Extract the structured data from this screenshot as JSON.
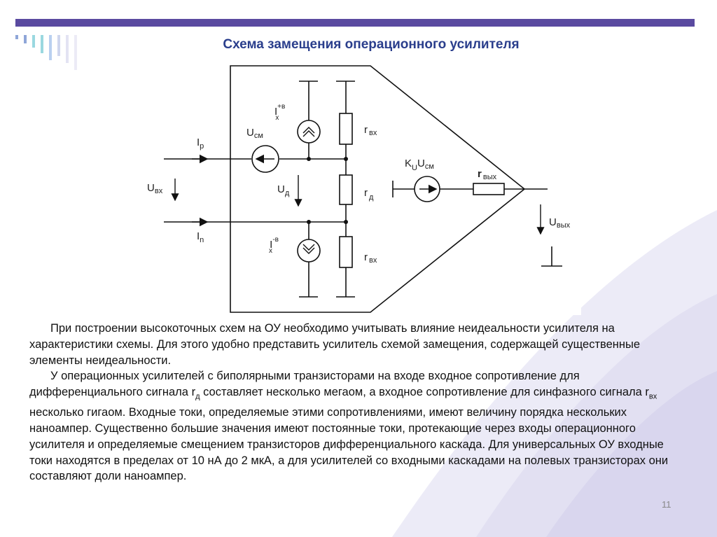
{
  "slide": {
    "title": "Схема замещения операционного усилителя",
    "page_number": "11",
    "accent_color": "#5a4aa0",
    "title_color": "#2a3e8c"
  },
  "diagram": {
    "labels": {
      "ip": "I",
      "ip_sub": "p",
      "in": "I",
      "in_sub": "n",
      "uvx": "U",
      "uvx_sub": "вх",
      "ucm": "U",
      "ucm_sub": "см",
      "ud": "U",
      "ud_sub": "д",
      "ix_plus": "I",
      "ix_plus_sup": "+в",
      "ix_plus_sub": "x",
      "ix_minus": "I",
      "ix_minus_sup": "-в",
      "ix_minus_sub": "x",
      "rvx_top": "r",
      "rvx_top_sub": "вх",
      "rd": "r",
      "rd_sub": "д",
      "rvx_bottom": "r",
      "rvx_bottom_sub": "вх",
      "ku": "K",
      "ku_sub": "U",
      "ku_u": "U",
      "ku_u_sub": "см",
      "rvyx": "r",
      "rvyx_sub": "вых",
      "uvyx": "U",
      "uvyx_sub": "вых"
    }
  },
  "text": {
    "para1": "При построении высокоточных схем на ОУ необходимо учитывать влияние неидеальности усилителя на характеристики схемы. Для этого удобно представить усилитель схемой замещения, содержащей существенные элементы неидеальности.",
    "para2_a": "У операционных усилителей с биполярными транзисторами на входе входное сопротивление для дифференциального сигнала r",
    "para2_a_sub": "д",
    "para2_b": " составляет несколько мегаом, а входное сопротивление для синфазного сигнала r",
    "para2_b_sub": "вх",
    "para2_c": " несколько гигаом. Входные токи, определяемые этими сопротивлениями, имеют величину порядка нескольких наноампер. Существенно большие значения имеют постоянные токи, протекающие через входы операционного усилителя и определяемые смещением транзисторов дифференциального каскада. Для универсальных ОУ входные токи находятся в пределах от 10 нА до 2 мкА, а для усилителей со входными каскадами на полевых транзисторах они составляют доли наноампер."
  }
}
